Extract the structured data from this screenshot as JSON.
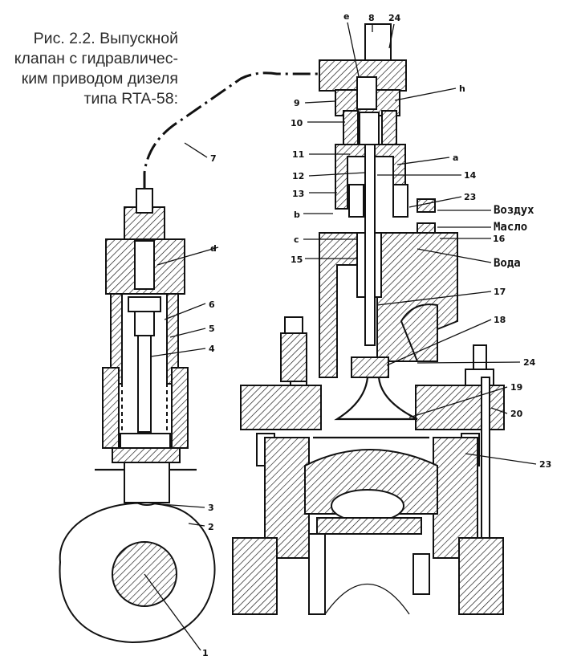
{
  "caption": {
    "line1": "Рис. 2.2. Выпускной",
    "line2": "клапан с гидравличес-",
    "line3": "ким приводом дизеля",
    "line4": "типа RTA-58:"
  },
  "labels": {
    "n1": "1",
    "n2": "2",
    "n3": "3",
    "n4": "4",
    "n5": "5",
    "n6": "6",
    "n7": "7",
    "n8": "8",
    "n9": "9",
    "n10": "10",
    "n11": "11",
    "n12": "12",
    "n13": "13",
    "n14": "14",
    "n15": "15",
    "n16": "16",
    "n17": "17",
    "n18": "18",
    "n19": "19",
    "n20": "20",
    "n23a": "23",
    "n23b": "23",
    "n24a": "24",
    "n24b": "24",
    "a": "a",
    "b": "b",
    "c": "c",
    "d": "d",
    "e": "e",
    "h": "h",
    "air": "Воздух",
    "oil": "Масло",
    "water": "Вода"
  }
}
